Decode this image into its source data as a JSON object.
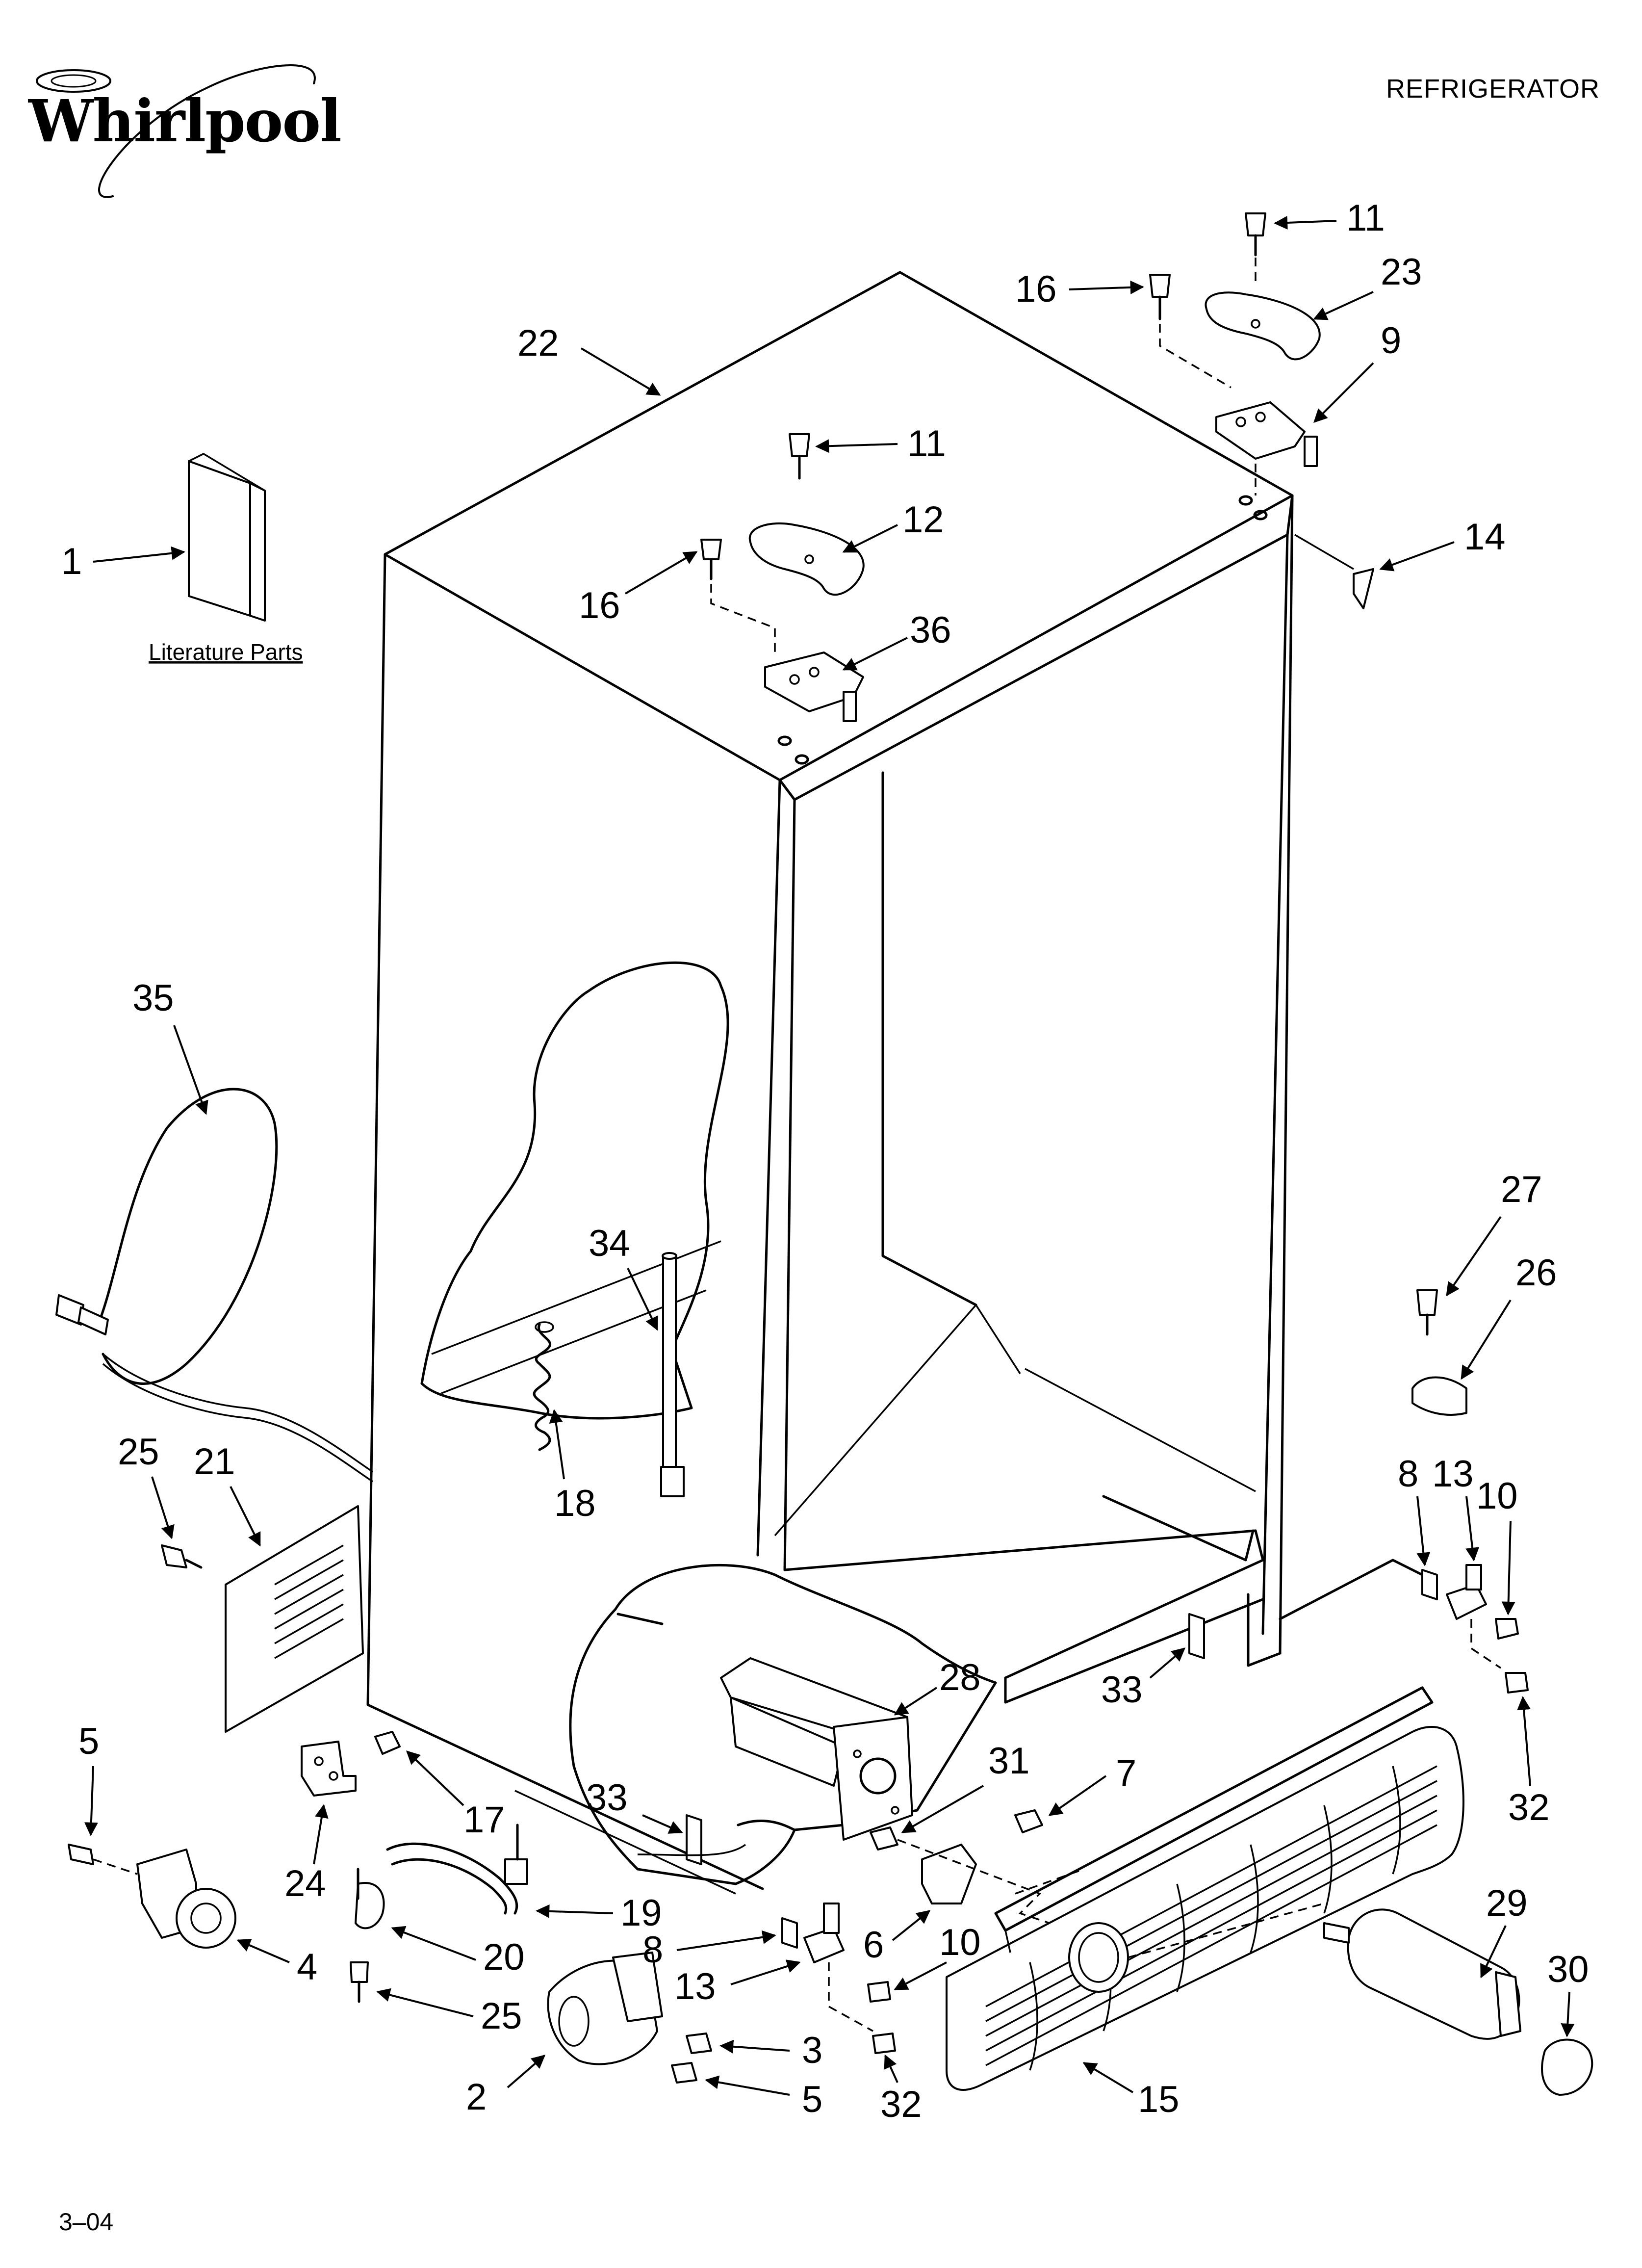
{
  "header": {
    "brand": "Whirlpool",
    "title": "REFRIGERATOR"
  },
  "literature_label": "Literature Parts",
  "footer": {
    "code": "3–04"
  },
  "callouts": [
    "1",
    "2",
    "3",
    "4",
    "5",
    "6",
    "7",
    "8",
    "9",
    "10",
    "11",
    "12",
    "13",
    "14",
    "15",
    "16",
    "17",
    "18",
    "19",
    "20",
    "21",
    "22",
    "23",
    "24",
    "25",
    "26",
    "27",
    "28",
    "29",
    "30",
    "31",
    "32",
    "33",
    "34",
    "35",
    "36"
  ]
}
